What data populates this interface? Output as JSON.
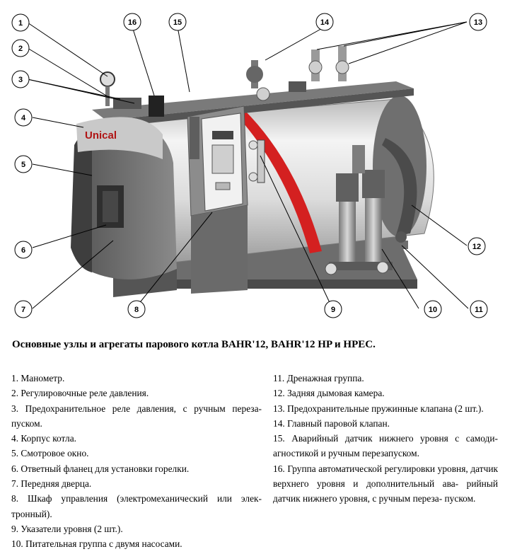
{
  "figure": {
    "brand": "Unical",
    "callouts": [
      "1",
      "2",
      "3",
      "4",
      "5",
      "6",
      "7",
      "8",
      "9",
      "10",
      "11",
      "12",
      "13",
      "14",
      "15",
      "16"
    ]
  },
  "caption": "Основные узлы и агрегаты парового котла BAHR'12, BAHR'12 HP и HPEC.",
  "legend_left": [
    "1. Манометр.",
    "2. Регулировочные реле давления.",
    "3. Предохранительное реле давления, с ручным переза- пуском.",
    "4. Корпус котла.",
    "5. Смотровое окно.",
    "6. Ответный фланец для установки горелки.",
    "7. Передняя дверца.",
    "8. Шкаф управления (электромеханический или элек- тронный).",
    " 9. Указатели уровня (2 шт.).",
    "10. Питательная группа с двумя насосами."
  ],
  "legend_right": [
    "11. Дренажная группа.",
    "12. Задняя дымовая камера.",
    "13. Предохранительные пружинные клапана (2 шт.).",
    "14. Главный паровой клапан.",
    "15. Аварийный датчик нижнего уровня с самоди- агностикой и ручным перезапуском.",
    "16. Группа автоматической регулировки уровня, датчик верхнего уровня и дополнительный ава- рийный датчик нижнего уровня, с ручным переза- пуском."
  ],
  "colors": {
    "boiler_red": "#d42020",
    "panel_gray": "#8a8a8a",
    "dark_gray": "#4a4a4a",
    "shell": "#e8e8e8"
  }
}
